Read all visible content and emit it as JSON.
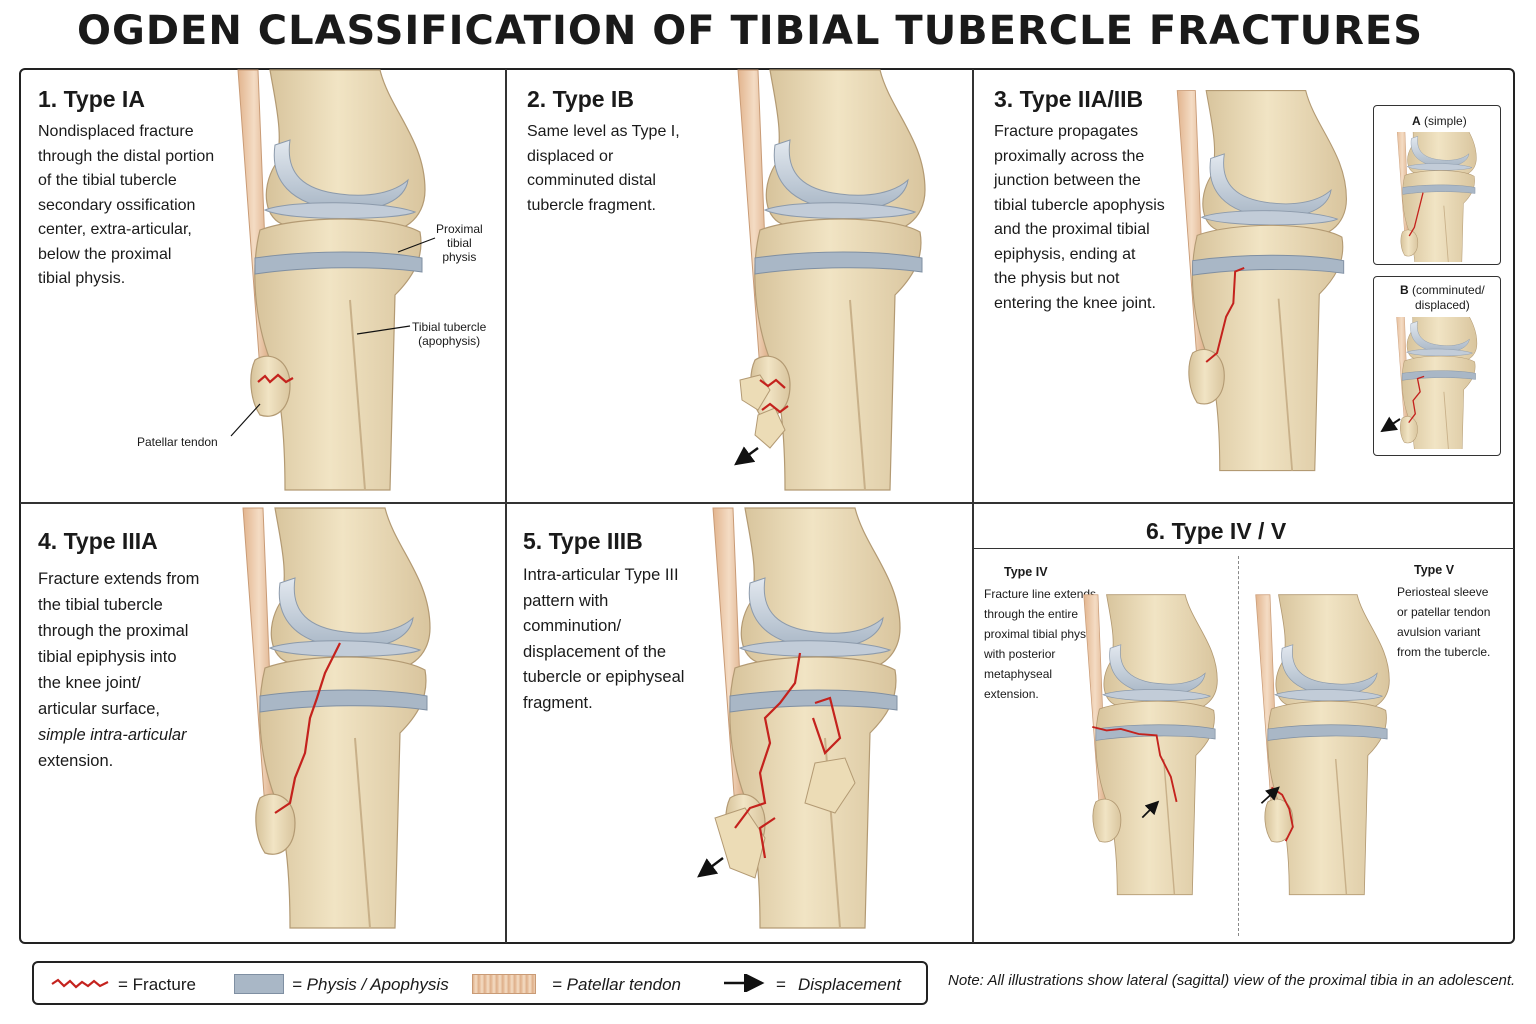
{
  "title": "OGDEN CLASSIFICATION OF TIBIAL TUBERCLE FRACTURES",
  "panels": {
    "p1": {
      "title": "1. Type IA",
      "text": [
        "Nondisplaced fracture",
        "through the distal portion",
        "of the tibial tubercle",
        "secondary ossification",
        "center, extra-articular,",
        "below the proximal",
        "tibial physis."
      ],
      "labels": {
        "physis": [
          "Proximal",
          "tibial",
          "physis"
        ],
        "tubercle": [
          "Tibial tubercle",
          "(apophysis)"
        ],
        "tendon": "Patellar tendon"
      }
    },
    "p2": {
      "title": "2. Type IB",
      "text": [
        "Same level as Type I,",
        "displaced or",
        "comminuted distal",
        "tubercle fragment."
      ]
    },
    "p3": {
      "title": "3. Type IIA/IIB",
      "text": [
        "Fracture propagates",
        "proximally across the",
        "junction between the",
        "tibial tubercle apophysis",
        "and the proximal tibial",
        "epiphysis, ending at",
        "the physis but not",
        "entering the knee joint."
      ],
      "inset_a": {
        "letter": "A",
        "note": "(simple)"
      },
      "inset_b": {
        "letter": "B",
        "note1": "(comminuted/",
        "note2": "displaced)"
      }
    },
    "p4": {
      "title": "4. Type IIIA",
      "text": [
        "Fracture extends from",
        "the tibial tubercle",
        "through the proximal",
        "tibial epiphysis into",
        "the knee joint/",
        "articular surface,",
        "simple intra-articular",
        "extension."
      ]
    },
    "p5": {
      "title": "5. Type IIIB",
      "text": [
        "Intra-articular Type III",
        "pattern with",
        "comminution/",
        "displacement of the",
        "tubercle or epiphyseal",
        "fragment."
      ]
    },
    "p6": {
      "title": "6. Type IV / V",
      "iv": {
        "title": "Type IV",
        "text": [
          "Fracture line extends",
          "through the entire",
          "proximal tibial physis",
          "with posterior",
          "metaphyseal",
          "extension."
        ]
      },
      "v": {
        "title": "Type V",
        "text": [
          "Periosteal sleeve",
          "or patellar tendon",
          "avulsion variant",
          "from the tubercle."
        ]
      }
    }
  },
  "legend": {
    "fracture": "= Fracture",
    "physis": "= Physis / Apophysis",
    "tendon": "= Patellar tendon",
    "eq": "=",
    "displacement": "Displacement"
  },
  "note": "Note: All illustrations show lateral (sagittal) view of the proximal tibia in an adolescent.",
  "colors": {
    "bone": "#ecdcb6",
    "bone_edge": "#b8a07a",
    "cartilage": "#c9d3df",
    "physis": "#a9b7c6",
    "tendon": "#eac7a6",
    "fracture": "#c4221d",
    "arrow": "#111111"
  }
}
